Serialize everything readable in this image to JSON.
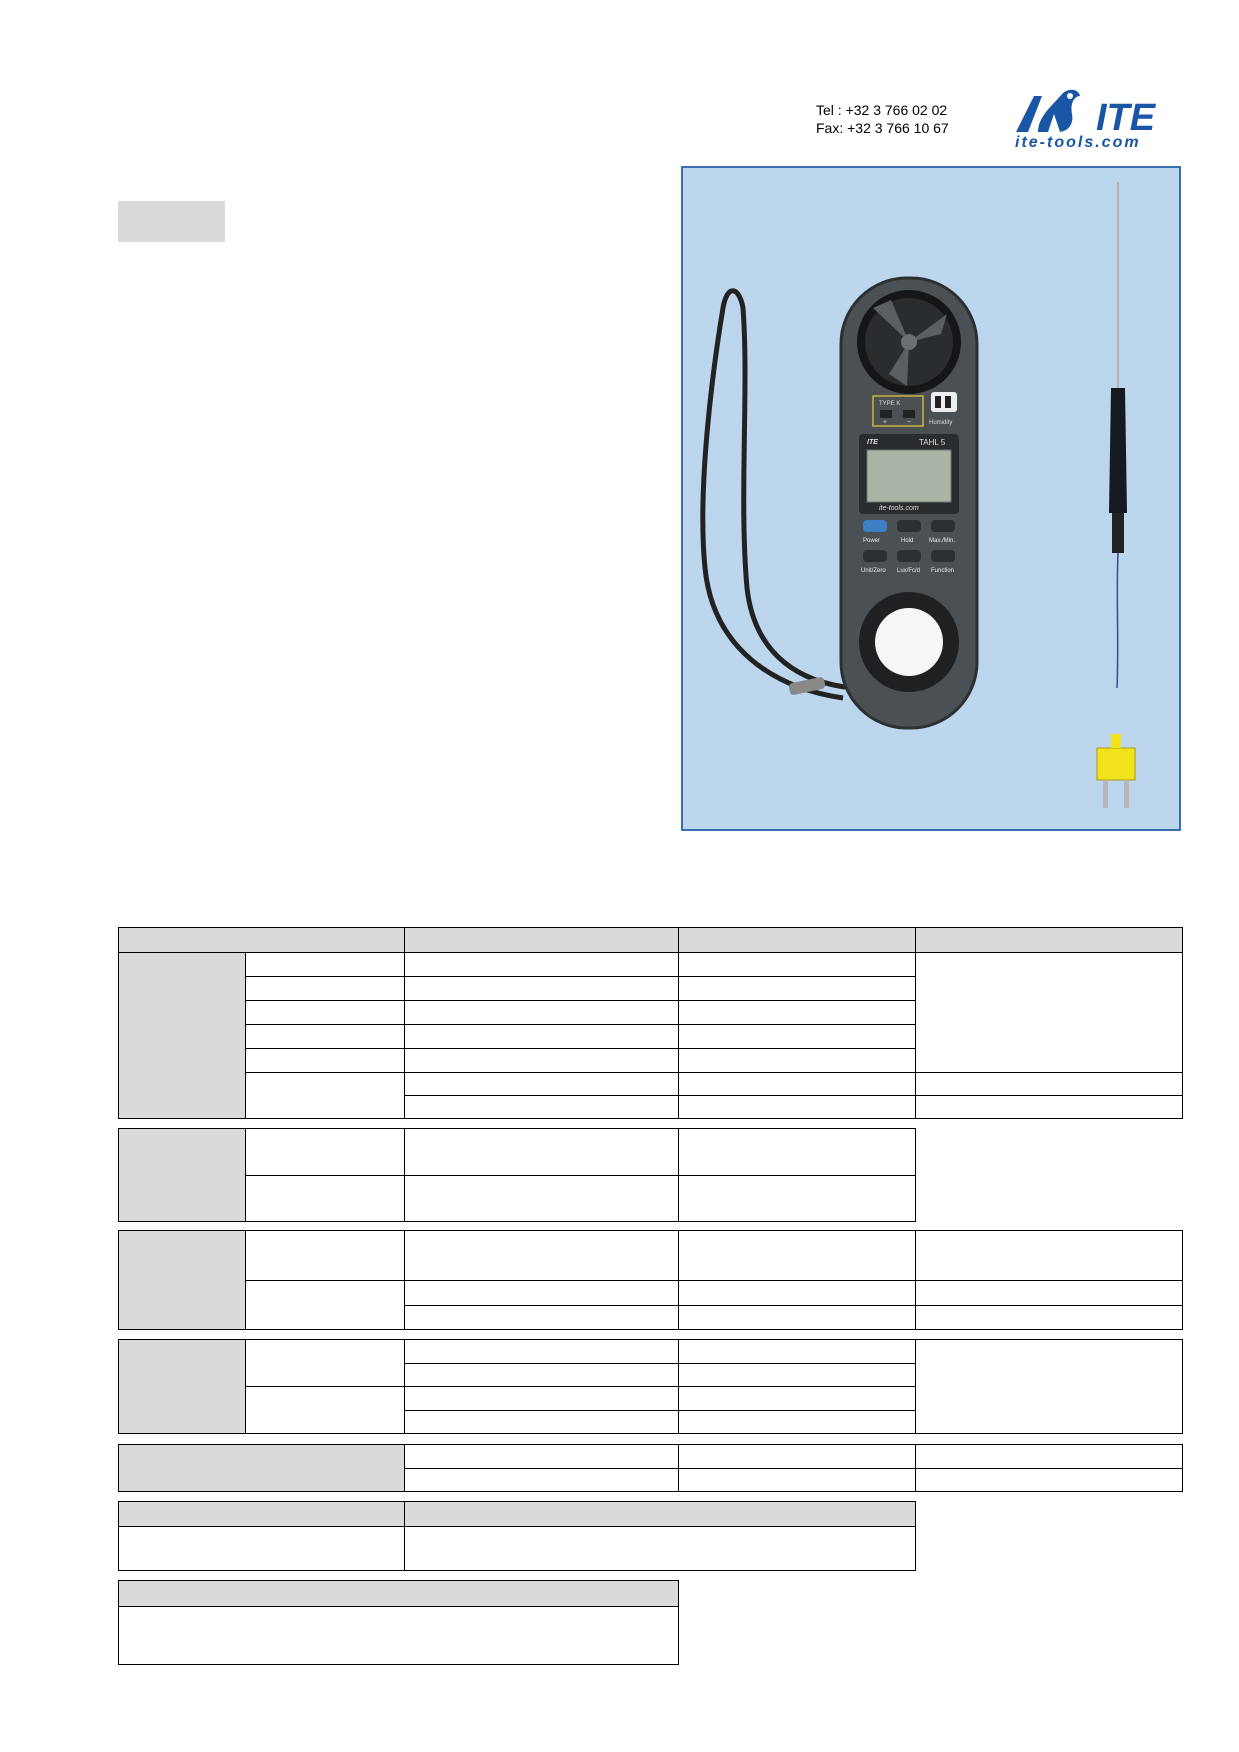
{
  "contact": {
    "tel": "Tel : +32 3 766 02 02",
    "fax": "Fax: +32 3 766 10 67"
  },
  "brand": {
    "name": "ITE",
    "url": "ite-tools.com",
    "color": "#1a56a6"
  },
  "device": {
    "brand_label": "ITE",
    "model": "TAHL 5",
    "brand_url": "ite-tools.com",
    "sockets": {
      "type_label": "TYPE K",
      "plus": "+",
      "minus": "−",
      "humidity": "Humidity"
    },
    "buttons": {
      "power": "Power",
      "hold": "Hold",
      "maxmin": "Max./Min.",
      "unitzero": "Unit/Zero",
      "lux": "Lux/Fc/d",
      "function": "Function"
    }
  },
  "colors": {
    "photo_bg": "#bcd6ee",
    "photo_border": "#3a6fb0",
    "header_gray": "#d9dadb",
    "probe_plug": "#f2e21a"
  }
}
